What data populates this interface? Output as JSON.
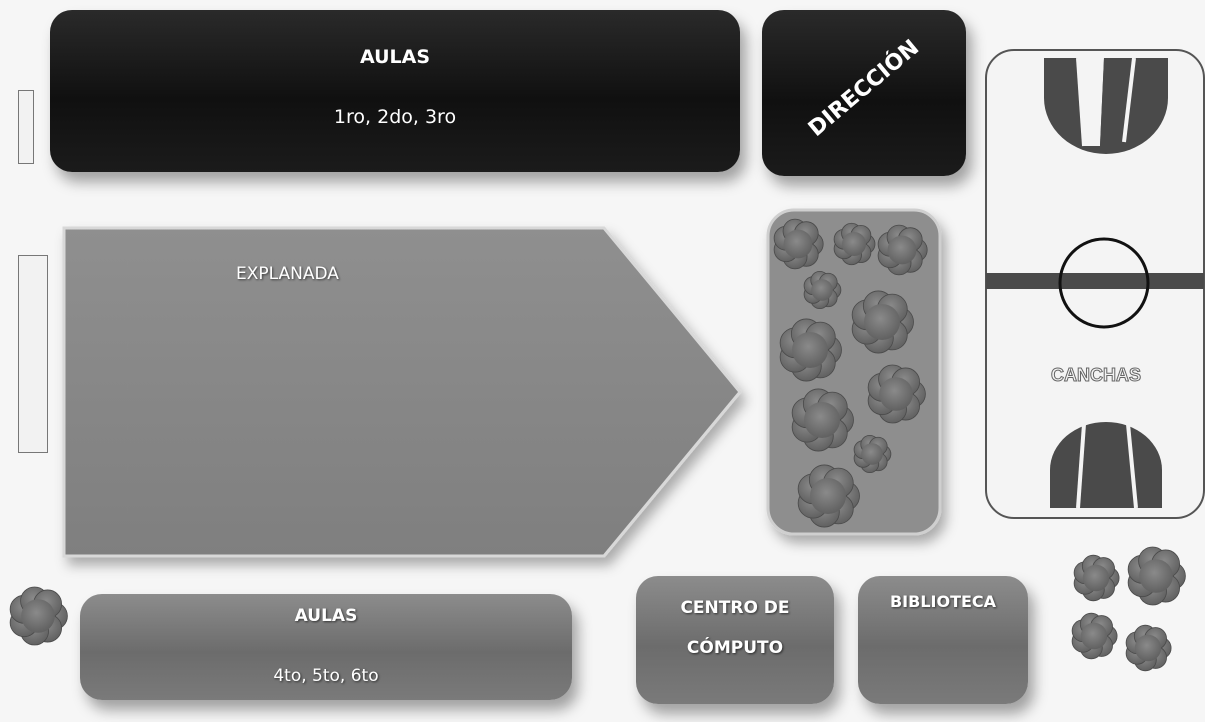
{
  "map": {
    "aulas_top": {
      "title": "AULAS",
      "subtitle": "1ro, 2do, 3ro"
    },
    "direccion": {
      "title": "DIRECCIÓN"
    },
    "explanada": {
      "title": "EXPLANADA"
    },
    "canchas": {
      "title": "CANCHAS"
    },
    "aulas_bottom": {
      "title": "AULAS",
      "subtitle": "4to, 5to, 6to"
    },
    "centro_computo": {
      "line1": "CENTRO DE",
      "line2": "CÓMPUTO"
    },
    "biblioteca": {
      "title": "BIBLIOTECA"
    }
  },
  "colors": {
    "dark_building": "#151515",
    "grey_building": "#7a7a7a",
    "explanada": "#8a8a8a",
    "garden": "#8e8e8e",
    "court": "#f4f4f4",
    "court_marks": "#4a4a4a",
    "tree": "#6a6a6a"
  }
}
